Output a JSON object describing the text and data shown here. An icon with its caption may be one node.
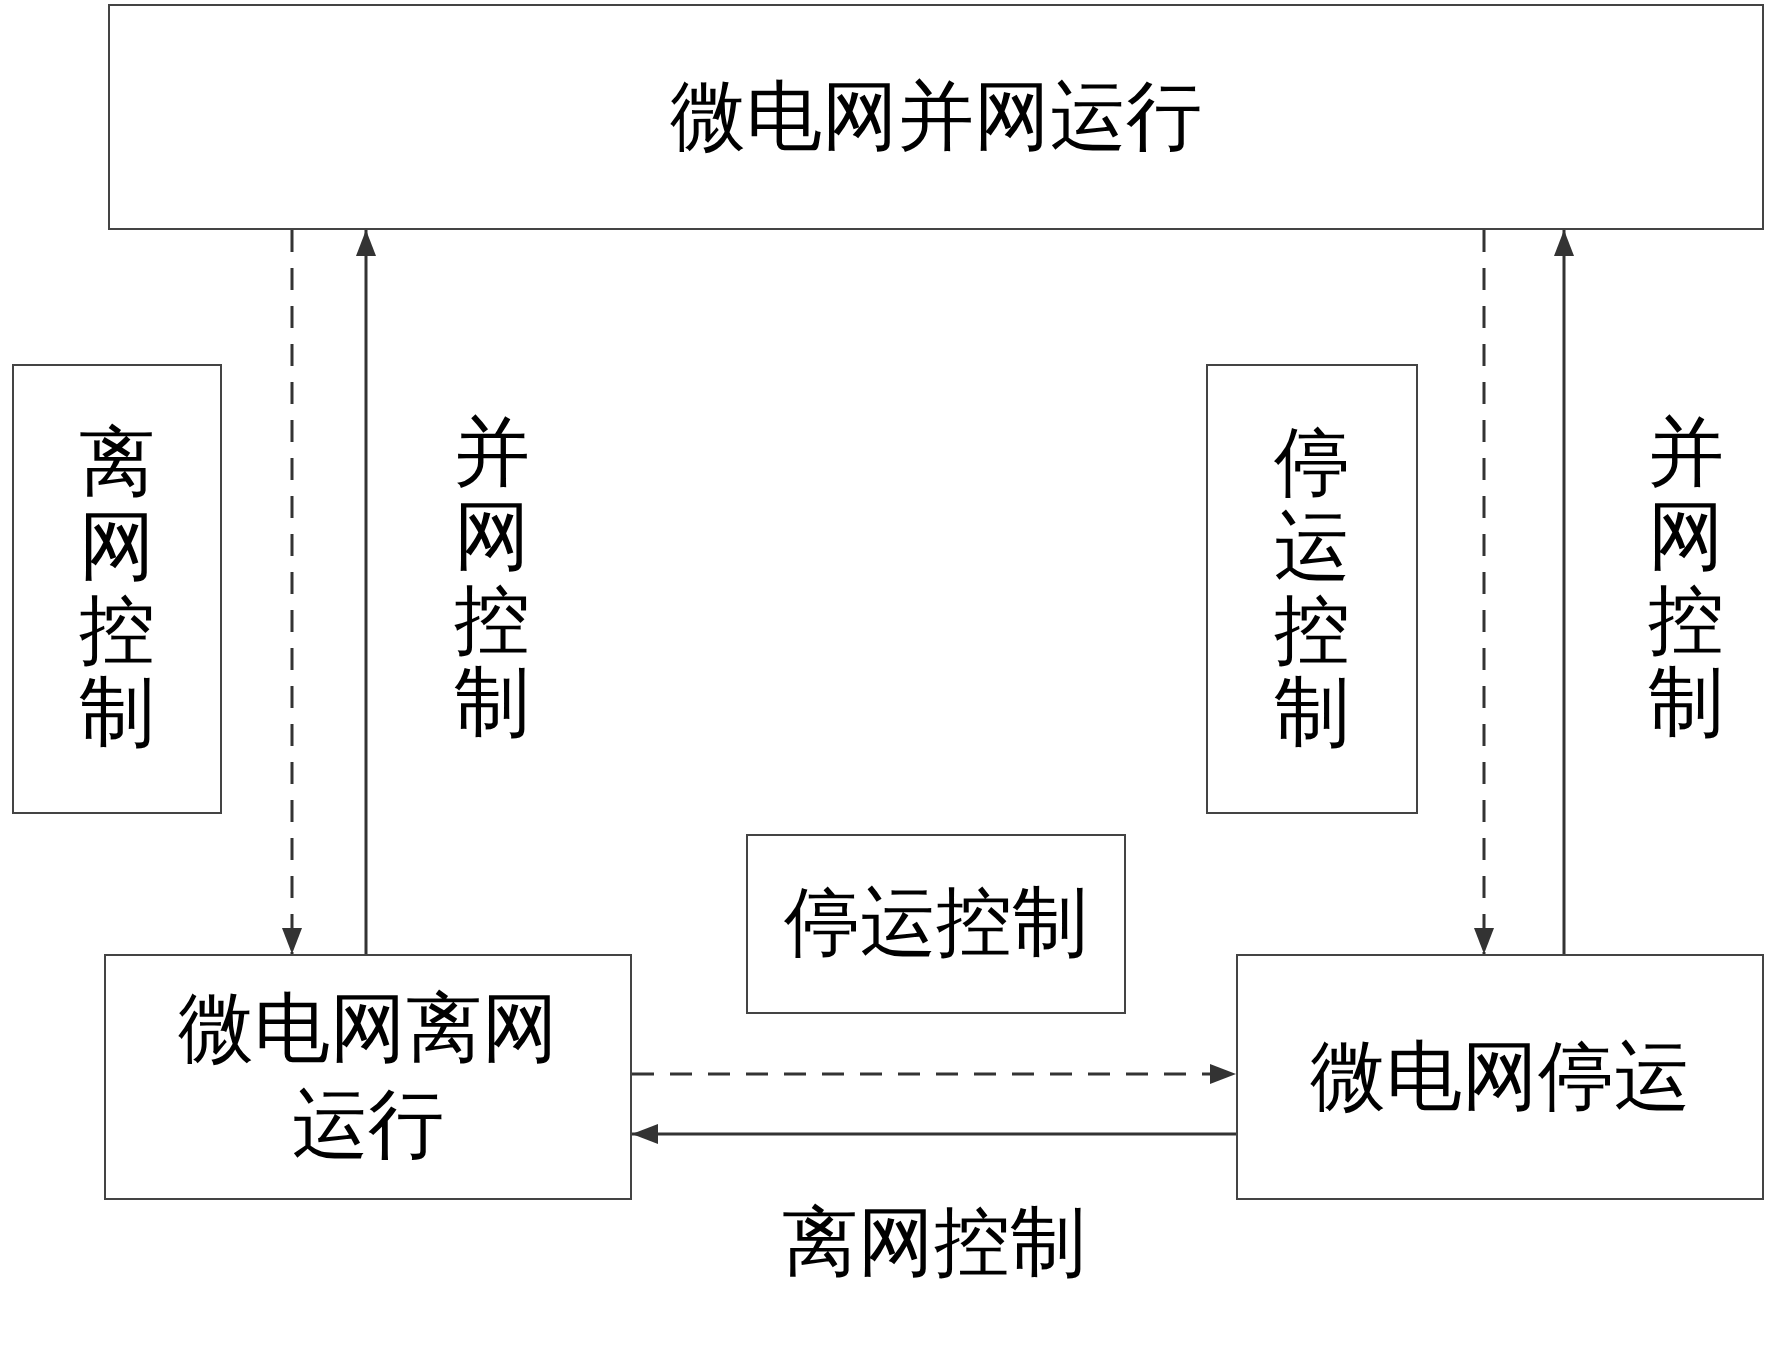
{
  "diagram": {
    "nodes": [
      {
        "text": [
          "微电网并网运行"
        ]
      },
      {
        "text": [
          "离网控制"
        ]
      },
      {
        "text": [
          "停运控制"
        ]
      },
      {
        "text": [
          "停运控制"
        ]
      },
      {
        "text": [
          "微电网离网运行"
        ]
      },
      {
        "text": [
          "微电网停运"
        ]
      }
    ],
    "edges": [
      {
        "from": 0,
        "to": 4,
        "arrow": "to",
        "style": "dashed"
      },
      {
        "from": 4,
        "to": 0,
        "arrow": "to"
      },
      {
        "from": 0,
        "to": 5,
        "arrow": "to",
        "style": "dashed"
      },
      {
        "from": 5,
        "to": 0,
        "arrow": "to"
      },
      {
        "from": 4,
        "to": 5,
        "arrow": "to",
        "style": "dashed"
      },
      {
        "from": 5,
        "to": 4,
        "arrow": "to"
      }
    ],
    "labels": [
      "并网控制",
      "并网控制",
      "离网控制"
    ]
  }
}
